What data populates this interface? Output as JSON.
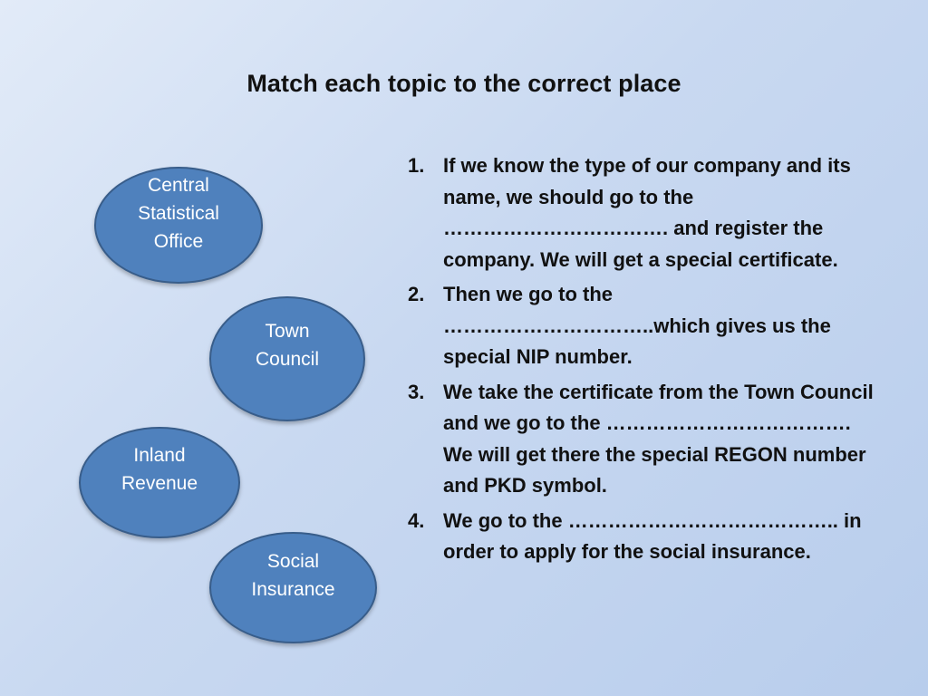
{
  "title": "Match each topic to the correct place",
  "ovals": [
    {
      "label": "Central\nStatistical\nOffice"
    },
    {
      "label": "Town\nCouncil"
    },
    {
      "label": "Inland\nRevenue"
    },
    {
      "label": "Social\nInsurance"
    }
  ],
  "items": [
    {
      "num": "1.",
      "text": "If we know the type of our company and its name, we should go to the ……………………………. and register the company. We will get a special certificate."
    },
    {
      "num": "2.",
      "text": "Then we go to the …………………………..which gives us the special NIP number."
    },
    {
      "num": "3.",
      "text": "We take the certificate from the Town Council and we go to the ………………………………. We will get there the special REGON number and PKD symbol."
    },
    {
      "num": "4.",
      "text": "We go to the ………………………………….. in order to apply for the social insurance."
    }
  ]
}
